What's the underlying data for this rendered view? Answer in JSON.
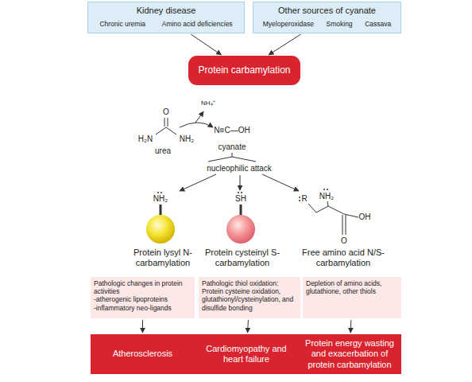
{
  "diagram": {
    "nodes": [
      {
        "text": [
          "Kidney disease",
          "Chronic uremia",
          "Amino acid deficiencies"
        ]
      },
      {
        "text": [
          "Other sources of cyanate",
          "Myeloperoxidase",
          "Smoking",
          "Cassava"
        ]
      },
      {
        "text": [
          "Protein carbamylation"
        ]
      },
      {
        "text": [
          "Pathologic changes in protein activities",
          "-atherogenic lipoproteins",
          "-inflammatory neo-ligands"
        ]
      },
      {
        "text": [
          "Pathologic thiol oxidation:",
          "Protein cysteine oxidation, glutathionyl/cysteinylation, and disulfide bonding"
        ]
      },
      {
        "text": [
          "Depletion of amino acids, glutathione, other thiols"
        ]
      },
      {
        "text": [
          "Atherosclerosis"
        ]
      },
      {
        "text": [
          "Cardiomyopathy and heart failure"
        ]
      },
      {
        "text": [
          "Protein energy wasting and exacerbation of protein carbamylation"
        ]
      }
    ],
    "edges": [
      {
        "from": 0,
        "to": 2,
        "arrow": "to"
      },
      {
        "from": 1,
        "to": 2,
        "arrow": "to"
      },
      {
        "from": 3,
        "to": 6,
        "arrow": "to"
      },
      {
        "from": 4,
        "to": 7,
        "arrow": "to"
      },
      {
        "from": 5,
        "to": 8,
        "arrow": "to"
      }
    ],
    "labels": [
      "NH₄⁺",
      "O",
      "H₂N",
      "NH₂",
      "urea",
      "N≡C—OH",
      "cyanate",
      "nucleophilic attack",
      "NH₂",
      "SH",
      "R",
      "NH₂",
      "OH",
      "O",
      "Protein lysyl N-carbamylation",
      "Protein cysteinyl S-carbamylation",
      "Free amino acid N/S-carbamylation"
    ]
  }
}
